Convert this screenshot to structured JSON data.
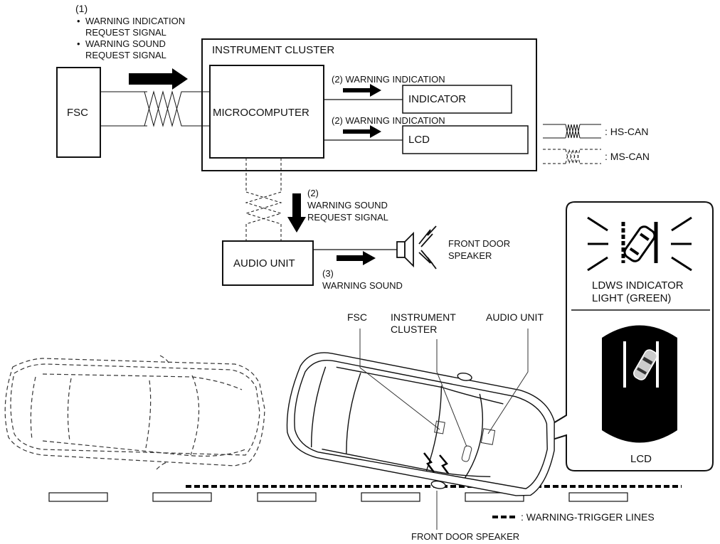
{
  "top_signal": {
    "number": "(1)",
    "bullets": [
      {
        "line1": "WARNING INDICATION",
        "line2": "REQUEST SIGNAL"
      },
      {
        "line1": "WARNING SOUND",
        "line2": "REQUEST SIGNAL"
      }
    ]
  },
  "blocks": {
    "fsc": "FSC",
    "instrument_cluster": "INSTRUMENT CLUSTER",
    "microcomputer": "MICROCOMPUTER",
    "indicator": "INDICATOR",
    "lcd": "LCD",
    "audio_unit": "AUDIO UNIT"
  },
  "flows": {
    "indicator_flow": {
      "number": "(2)",
      "text": "WARNING INDICATION"
    },
    "lcd_flow": {
      "number": "(2)",
      "text": "WARNING INDICATION"
    },
    "sound_request": {
      "number": "(2)",
      "line1": "WARNING SOUND",
      "line2": "REQUEST SIGNAL"
    },
    "sound_output": {
      "number": "(3)",
      "text": "WARNING SOUND"
    }
  },
  "speaker": {
    "line1": "FRONT DOOR",
    "line2": "SPEAKER"
  },
  "legend": {
    "hs_can": ": HS-CAN",
    "ms_can": ": MS-CAN",
    "trigger_lines": ": WARNING-TRIGGER LINES"
  },
  "callout_panel": {
    "indicator_title_line1": "LDWS INDICATOR",
    "indicator_title_line2": "LIGHT (GREEN)",
    "lcd_label": "LCD"
  },
  "vehicle_labels": {
    "fsc": "FSC",
    "instrument_cluster_line1": "INSTRUMENT",
    "instrument_cluster_line2": "CLUSTER",
    "audio_unit": "AUDIO UNIT",
    "front_door_speaker": "FRONT DOOR SPEAKER"
  }
}
